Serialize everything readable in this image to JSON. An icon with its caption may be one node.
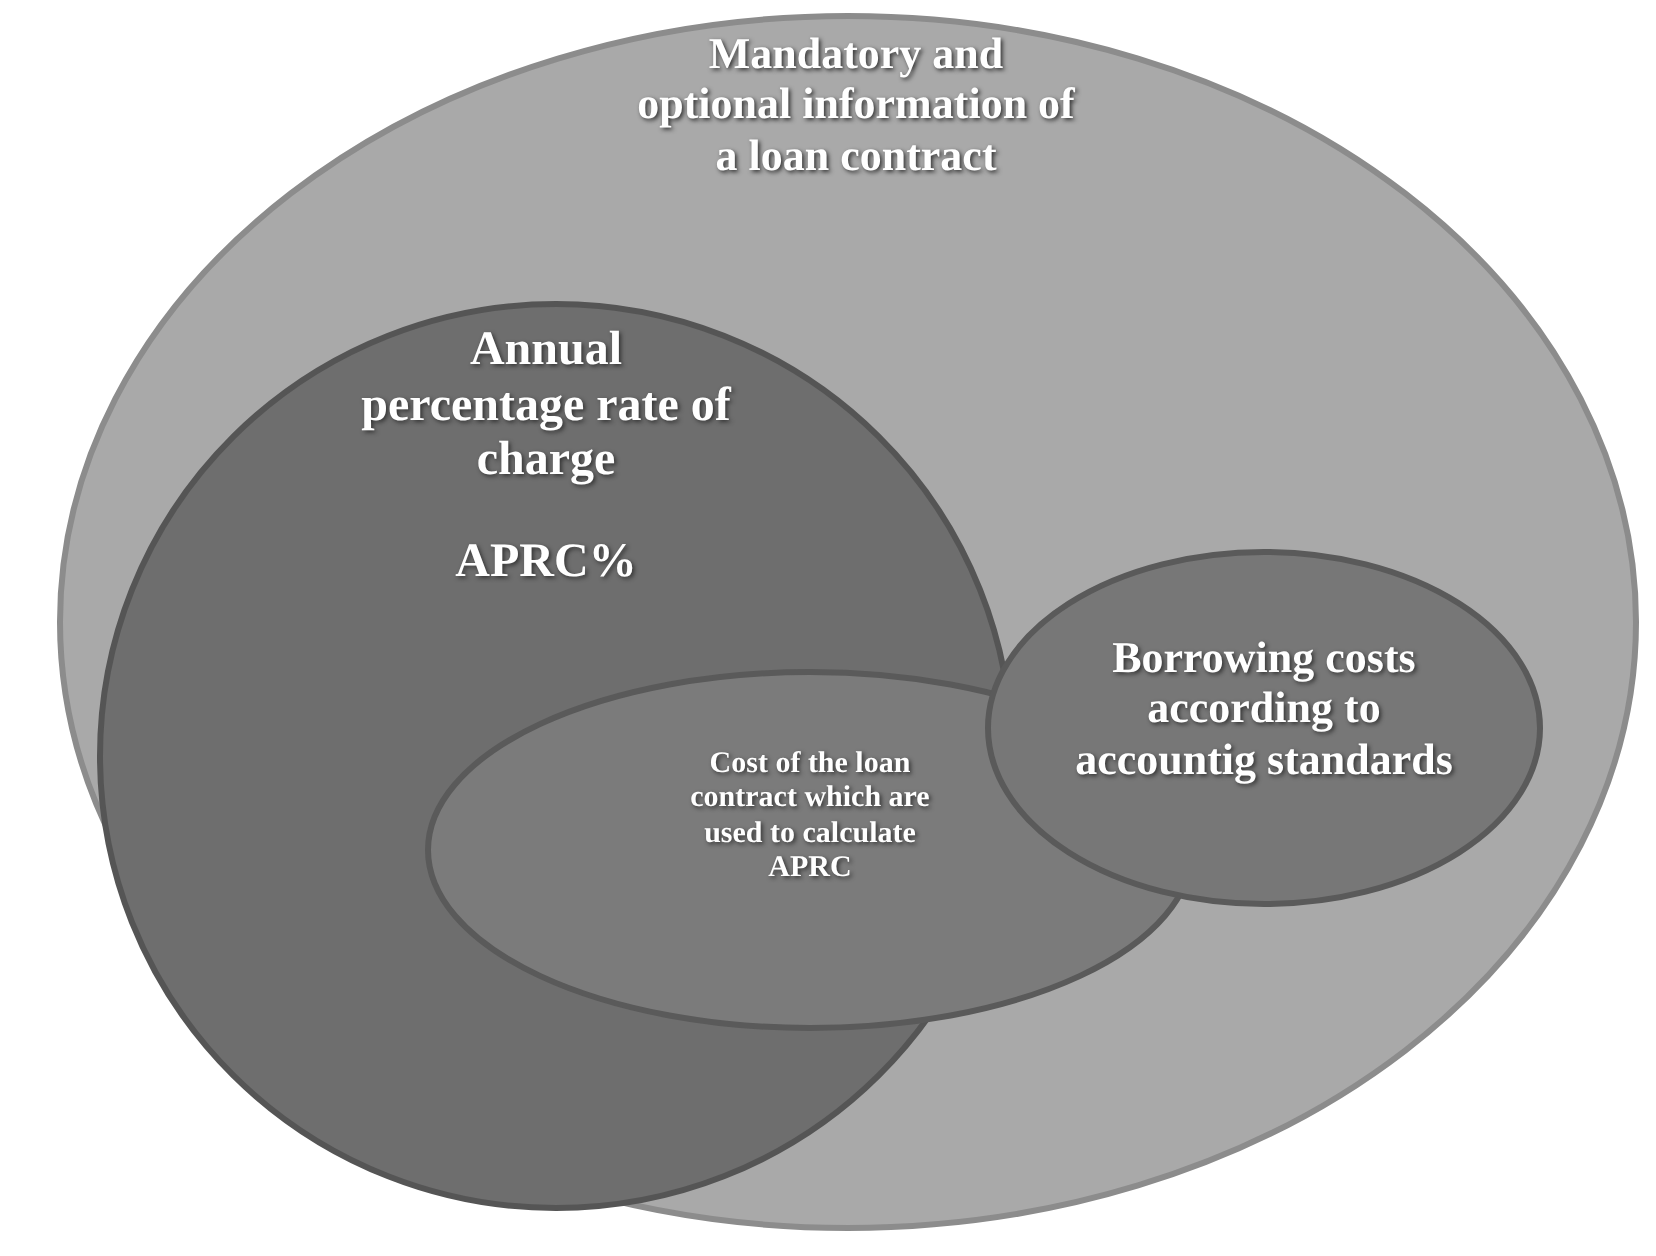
{
  "diagram": {
    "nodes": [
      {
        "text": [
          "Mandatory and optional information of a loan contract"
        ]
      },
      {
        "text": [
          "Annual percentage rate of charge",
          "APRC%"
        ],
        "in": 0
      },
      {
        "text": [
          "Cost of the loan contract which are used to calculate APRC"
        ],
        "in": 0
      },
      {
        "text": [
          "Borrowing costs according to accountig standards"
        ],
        "in": 0
      }
    ]
  }
}
